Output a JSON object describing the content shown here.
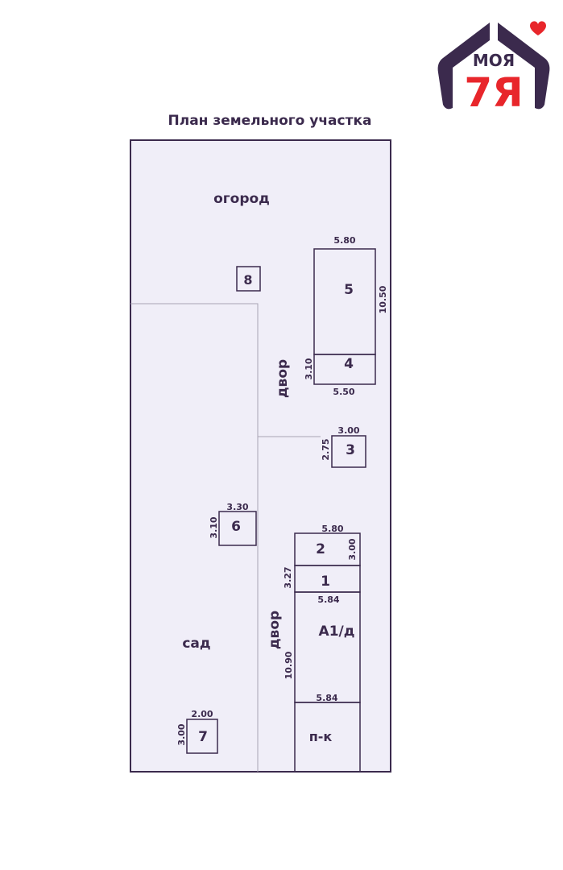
{
  "logo": {
    "text_top": "МОЯ",
    "text_main": "7Я",
    "brand_dark": "#3b2a4d",
    "brand_red": "#e8262b"
  },
  "title": "План земельного участка",
  "colors": {
    "lot_fill": "#f0eef8",
    "stroke": "#3b2a4d",
    "divider": "#a9a4b4"
  },
  "labels": {
    "garden_veg": "огород",
    "garden": "сад",
    "yard_top": "двор",
    "yard_bottom": "двор",
    "b1": "1",
    "b2": "2",
    "b3": "3",
    "b4": "4",
    "b5": "5",
    "b6": "6",
    "b7": "7",
    "b8": "8",
    "a1d": "А1/д",
    "pk": "п-к"
  },
  "dimensions": {
    "b5_width": "5.80",
    "b5_length": "10.50",
    "b4_depth": "3.10",
    "b4_width": "5.50",
    "b3_width": "3.00",
    "b3_depth": "2.75",
    "b6_width": "3.30",
    "b6_depth": "3.10",
    "b2_width": "5.80",
    "b2_depth": "3.00",
    "b1_depth": "3.27",
    "a1d_width": "5.84",
    "a1d_length": "10.90",
    "pk_width": "5.84",
    "b7_width": "2.00",
    "b7_depth": "3.00"
  }
}
